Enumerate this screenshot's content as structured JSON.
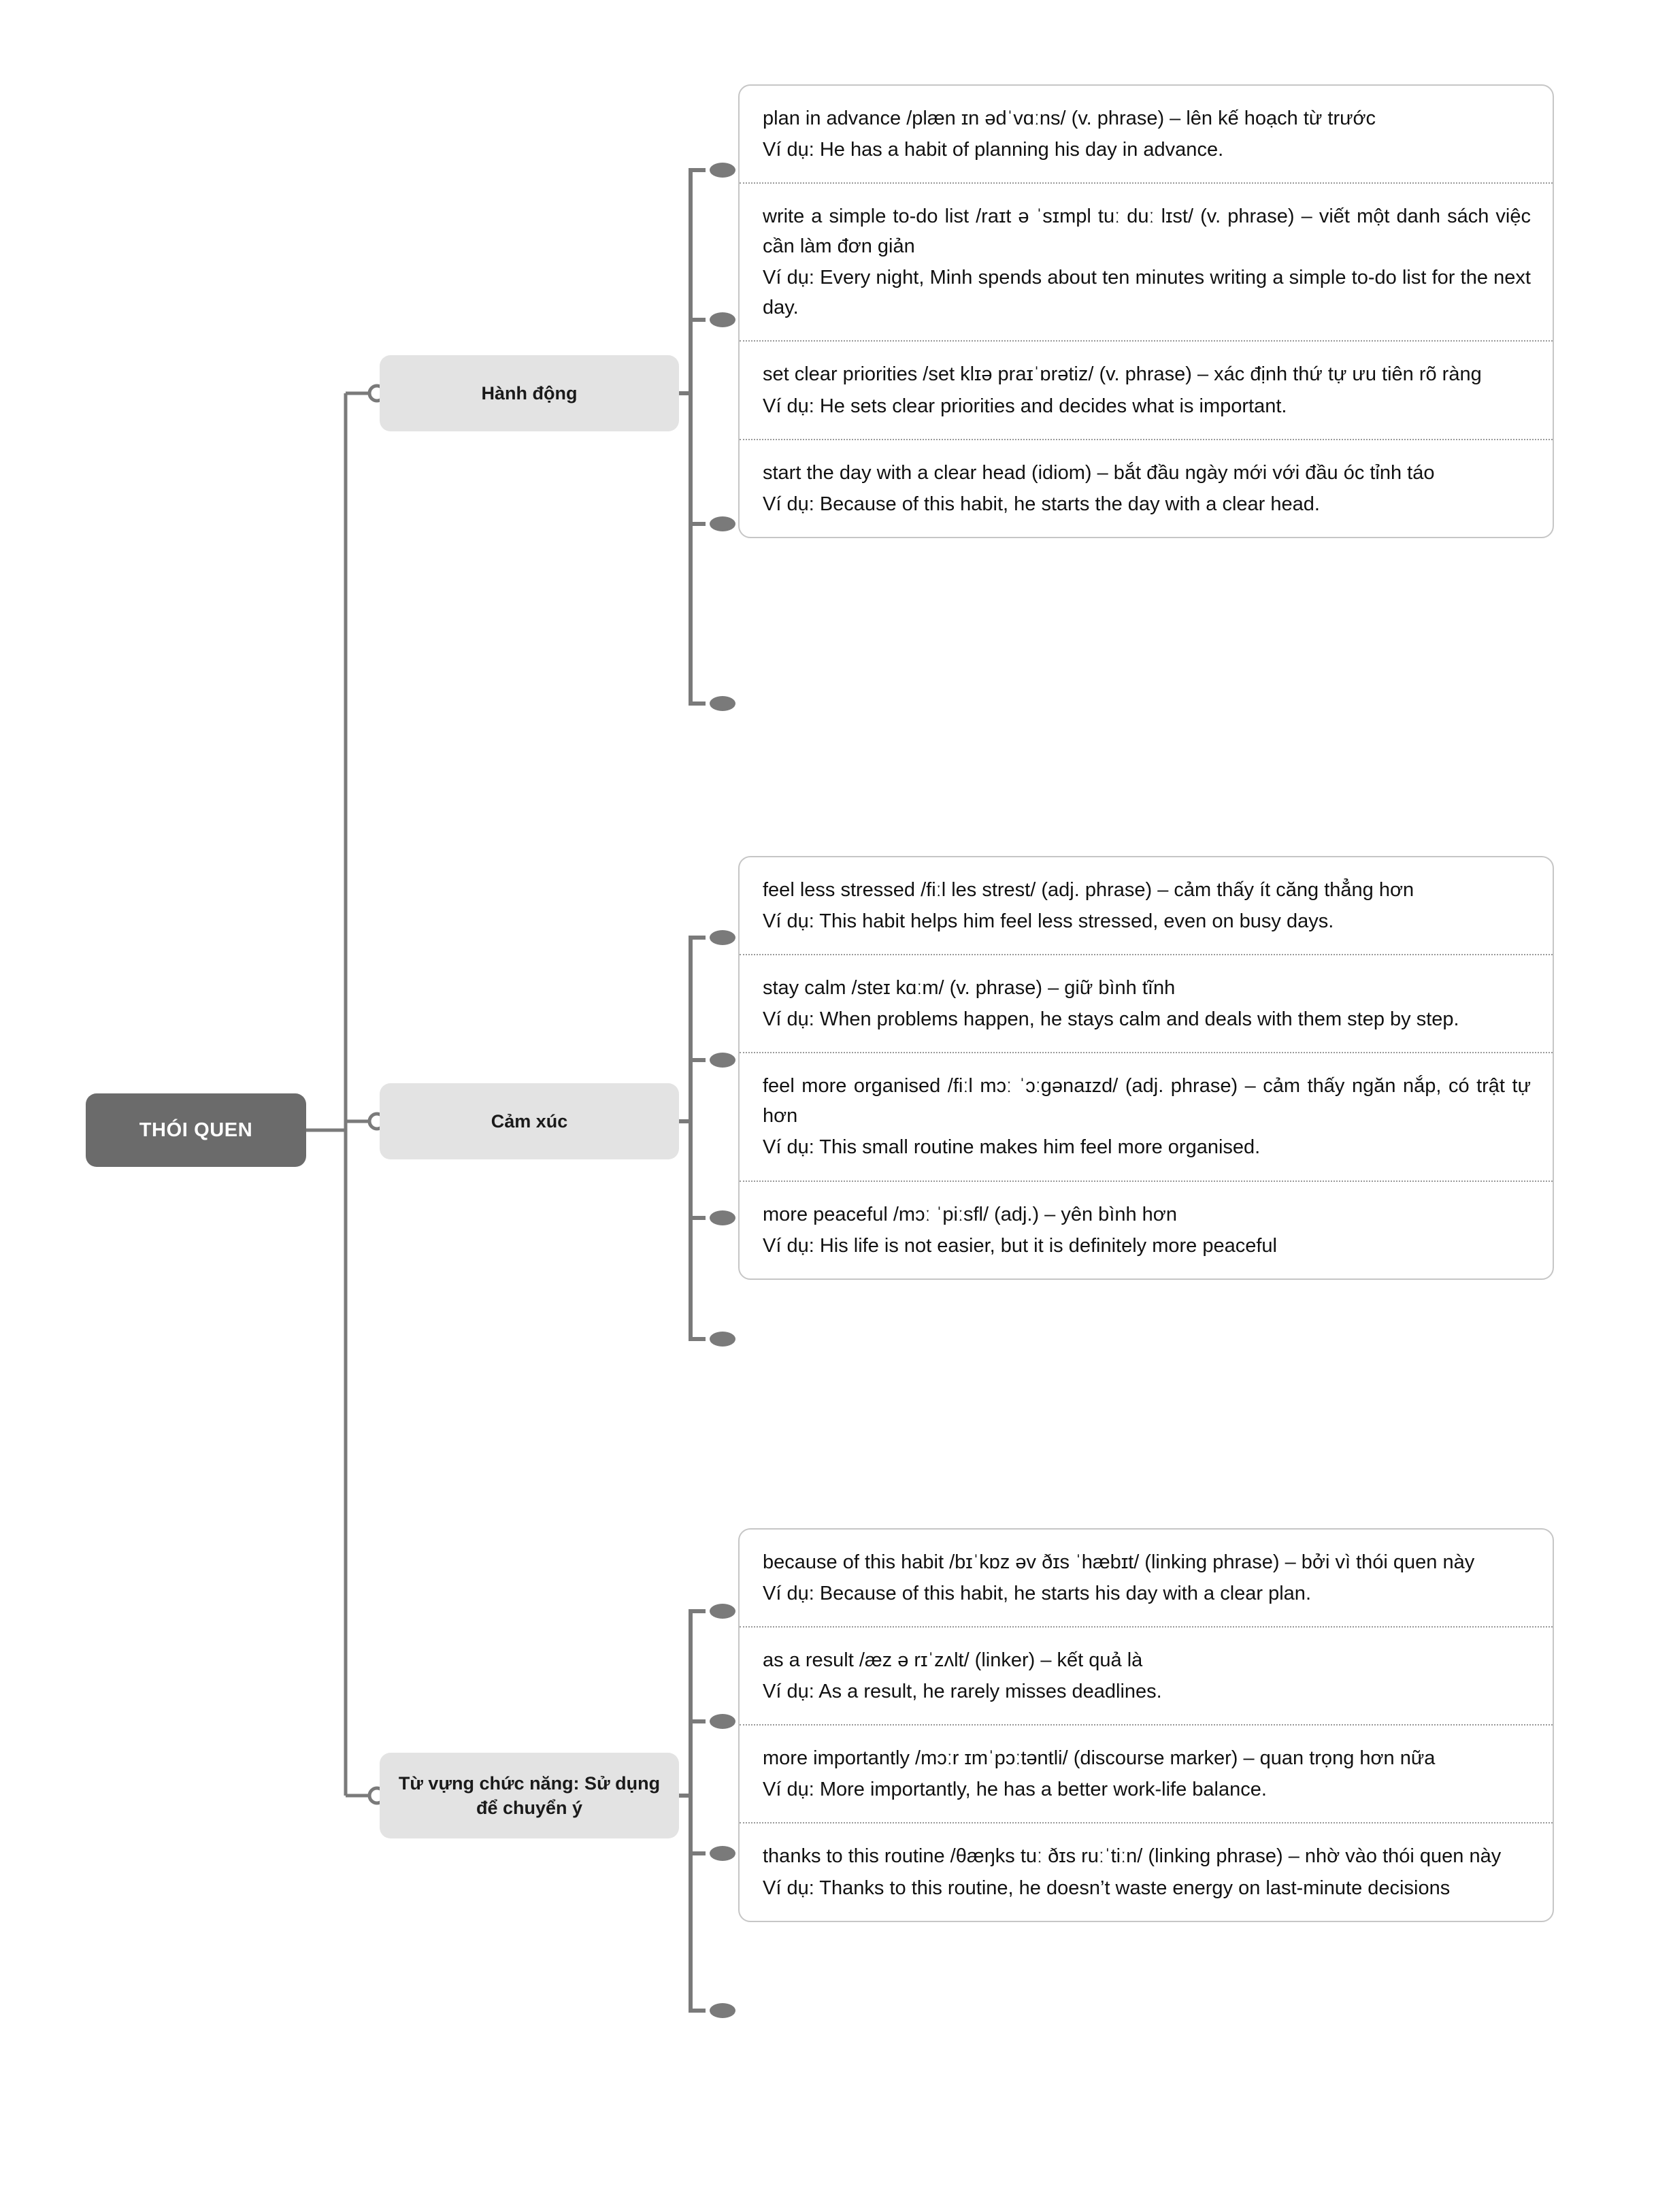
{
  "root": {
    "label": "THÓI QUEN",
    "color": "#6b6b6b",
    "text_color": "#ffffff"
  },
  "branch_color": "#e3e3e3",
  "connector_color": "#7a7a7a",
  "card_border_color": "#c6c6c6",
  "branches": [
    {
      "id": "branch-1",
      "label": "Hành động",
      "leaves": [
        {
          "term": "plan in advance",
          "ipa": "/plæn ɪn ədˈvɑːns/",
          "pos": "(v. phrase)",
          "meaning": "lên kế hoạch từ trước",
          "headword": "plan in advance /plæn ɪn ədˈvɑːns/ (v. phrase) – lên kế hoạch từ trước",
          "example": "Ví dụ: He has a habit of planning his day in advance."
        },
        {
          "term": "write a simple to-do list",
          "ipa": "/raɪt ə ˈsɪmpl tuː duː lɪst/",
          "pos": "(v. phrase)",
          "meaning": "viết một danh sách việc cần làm đơn giản",
          "headword": "write a simple to-do list /raɪt ə ˈsɪmpl tuː duː lɪst/ (v. phrase) – viết một danh sách việc cần làm đơn giản",
          "example": "Ví dụ: Every night, Minh spends about ten minutes writing a simple to-do list for the next day."
        },
        {
          "term": "set clear priorities",
          "ipa": "/set klɪə praɪˈɒrətiz/",
          "pos": "(v. phrase)",
          "meaning": "xác định thứ tự ưu tiên rõ ràng",
          "headword": "set clear priorities /set klɪə praɪˈɒrətiz/ (v. phrase) – xác định thứ tự ưu tiên rõ ràng",
          "example": "Ví dụ: He sets clear priorities and decides what is important."
        },
        {
          "term": "start the day with a clear head",
          "ipa": "",
          "pos": "(idiom)",
          "meaning": "bắt đầu ngày mới với đầu óc tỉnh táo",
          "headword": "start the day with a clear head (idiom) – bắt đầu ngày mới với đầu óc tỉnh táo",
          "example": "Ví dụ: Because of this habit, he starts the day with a clear head."
        }
      ]
    },
    {
      "id": "branch-2",
      "label": "Cảm xúc",
      "leaves": [
        {
          "term": "feel less stressed",
          "ipa": "/fiːl les strest/",
          "pos": "(adj. phrase)",
          "meaning": "cảm thấy ít căng thẳng hơn",
          "headword": "feel less stressed /fiːl les strest/ (adj. phrase) – cảm thấy ít căng thẳng hơn",
          "example": "Ví dụ: This habit helps him feel less stressed, even on busy days."
        },
        {
          "term": "stay calm",
          "ipa": "/steɪ kɑːm/",
          "pos": "(v. phrase)",
          "meaning": "giữ bình tĩnh",
          "headword": "stay calm /steɪ kɑːm/ (v. phrase) – giữ bình tĩnh",
          "example": "Ví dụ: When problems happen, he stays calm and deals with them step by step."
        },
        {
          "term": "feel more organised",
          "ipa": "/fiːl mɔː ˈɔːgənaɪzd/",
          "pos": "(adj. phrase)",
          "meaning": "cảm thấy ngăn nắp, có trật tự hơn",
          "headword": "feel more organised /fiːl mɔː ˈɔːgənaɪzd/ (adj. phrase) – cảm thấy ngăn nắp, có trật tự hơn",
          "example": "Ví dụ: This small routine makes him feel more organised."
        },
        {
          "term": "more peaceful",
          "ipa": "/mɔː ˈpiːsfl/",
          "pos": "(adj.)",
          "meaning": "yên bình hơn",
          "headword": "more peaceful /mɔː ˈpiːsfl/ (adj.) – yên bình hơn",
          "example": "Ví dụ: His life is not easier, but it is definitely more peaceful"
        }
      ]
    },
    {
      "id": "branch-3",
      "label": "Từ vựng chức năng: Sử dụng để chuyển ý",
      "leaves": [
        {
          "term": "because of this habit",
          "ipa": "/bɪˈkɒz əv ðɪs ˈhæbɪt/",
          "pos": "(linking phrase)",
          "meaning": "bởi vì thói quen này",
          "headword": "because of this habit /bɪˈkɒz əv ðɪs ˈhæbɪt/ (linking phrase) – bởi vì thói quen này",
          "example": "Ví dụ: Because of this habit, he starts his day with a clear plan."
        },
        {
          "term": "as a result",
          "ipa": "/æz ə rɪˈzʌlt/",
          "pos": "(linker)",
          "meaning": "kết quả là",
          "headword": "as a result /æz ə rɪˈzʌlt/ (linker) – kết quả là",
          "example": "Ví dụ: As a result, he rarely misses deadlines."
        },
        {
          "term": "more importantly",
          "ipa": "/mɔːr ɪmˈpɔːtəntli/",
          "pos": "(discourse marker)",
          "meaning": "quan trọng hơn nữa",
          "headword": "more importantly /mɔːr ɪmˈpɔːtəntli/ (discourse marker) – quan trọng hơn nữa",
          "example": "Ví dụ: More importantly, he has a better work-life balance."
        },
        {
          "term": "thanks to this routine",
          "ipa": "/θæŋks tuː ðɪs ruːˈtiːn/",
          "pos": "(linking phrase)",
          "meaning": "nhờ vào thói quen này",
          "headword": "thanks to this routine /θæŋks tuː ðɪs ruːˈtiːn/ (linking phrase) – nhờ vào thói quen này",
          "example": "Ví dụ: Thanks to this routine, he doesn’t waste energy on last-minute decisions"
        }
      ]
    }
  ]
}
